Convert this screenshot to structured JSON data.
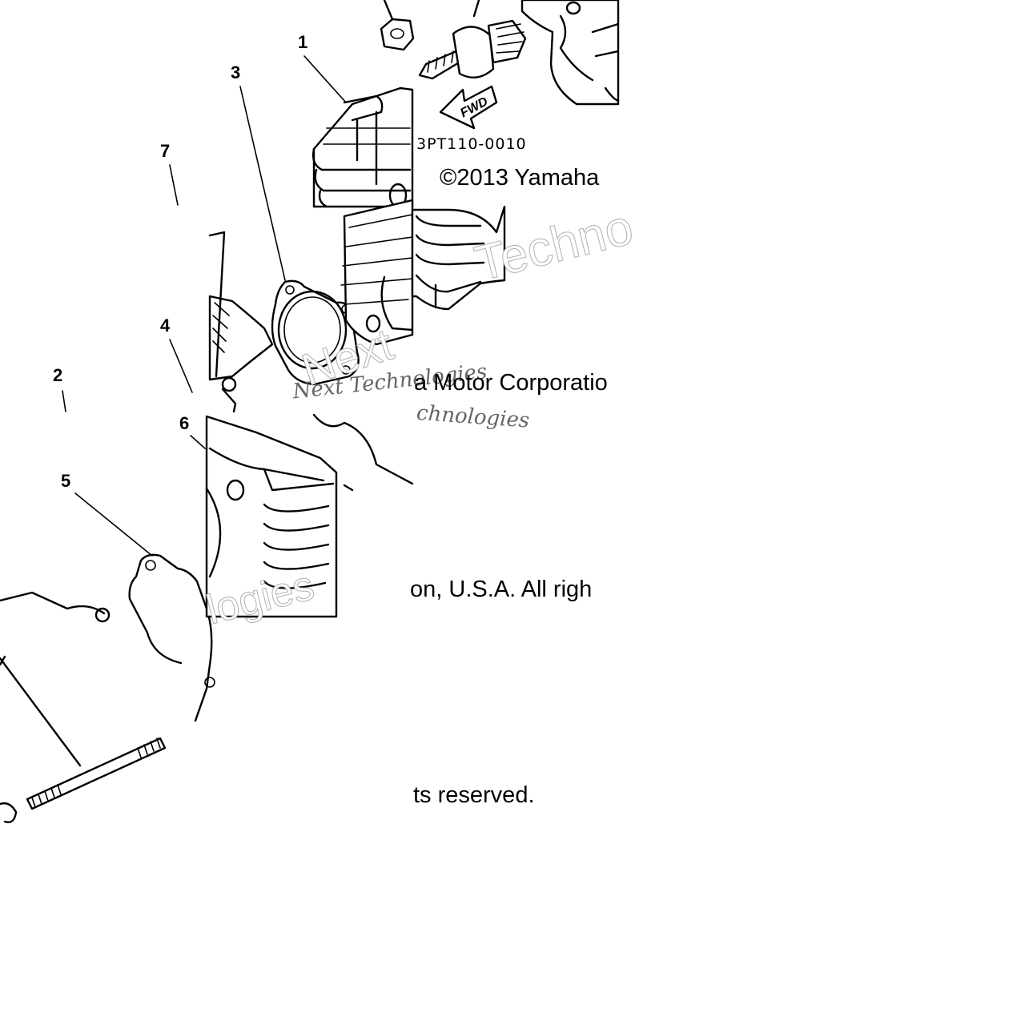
{
  "diagram": {
    "part_code": "3PT110-0010",
    "direction_label": "FWD",
    "callouts": [
      "1",
      "2",
      "3",
      "4",
      "5",
      "6",
      "7"
    ],
    "copyright_fragments": [
      "©2013 Yamaha",
      "a Motor Corporatio",
      "on, U.S.A. All righ",
      "ts reserved."
    ],
    "watermark": {
      "outline_text": "Techno",
      "outline_text_2": "Next",
      "outline_text_3": "logies",
      "serif_text": "Next Technologies",
      "serif_text_2": "chnologies"
    }
  },
  "colors": {
    "line": "#000000",
    "background": "#ffffff",
    "watermark": "#b8b8b8"
  }
}
